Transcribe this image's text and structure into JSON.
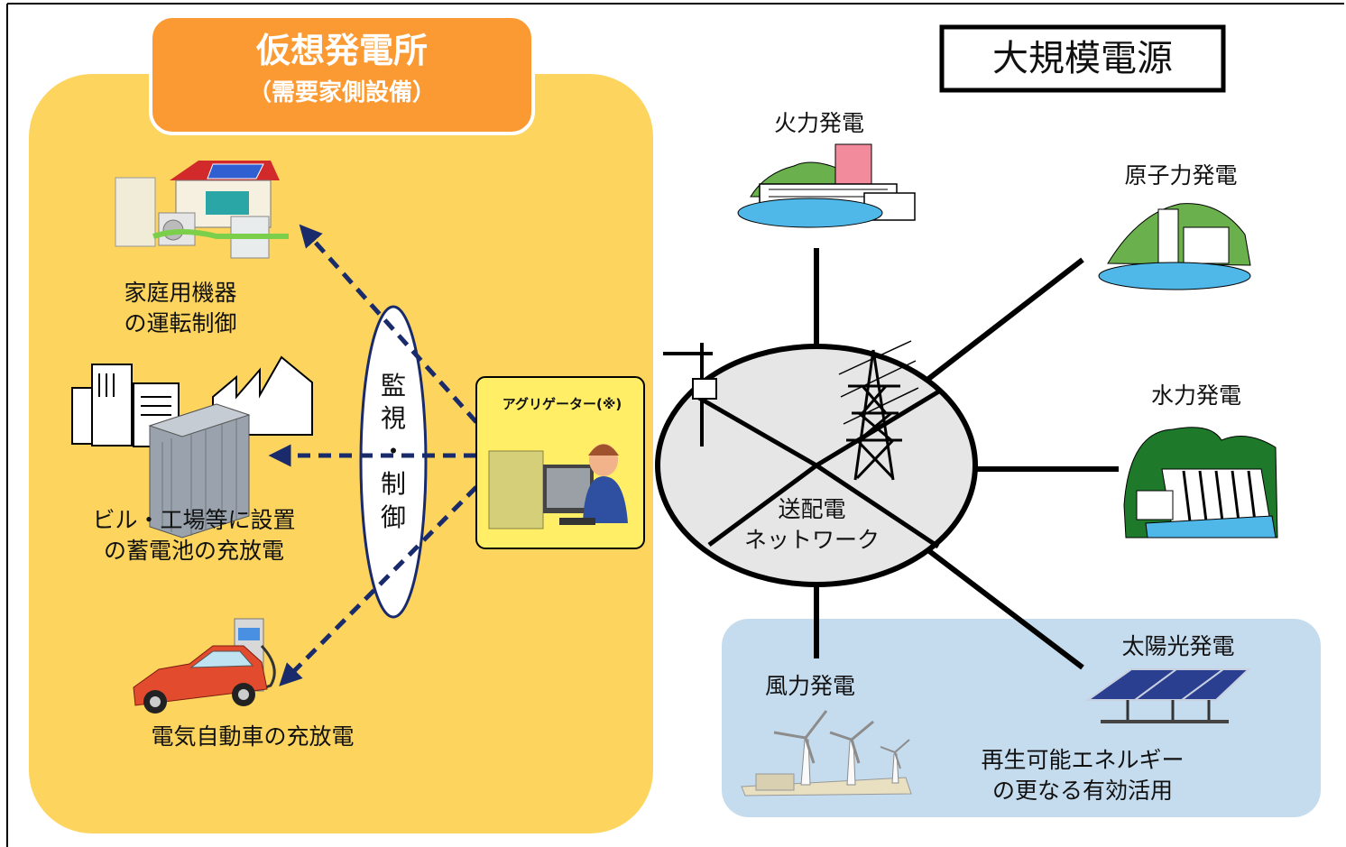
{
  "vpp": {
    "title": "仮想発電所",
    "subtitle": "（需要家側設備）",
    "colors": {
      "panel": "#fdd55e",
      "header": "#fb9a32"
    }
  },
  "monitor_label": {
    "chars": [
      "監",
      "視",
      "・",
      "制",
      "御"
    ]
  },
  "aggregator": {
    "label": "アグリゲーター(※)"
  },
  "demand_items": {
    "home": [
      "家庭用機器",
      "の運転制御"
    ],
    "building": [
      "ビル・工場等に設置",
      "の蓄電池の充放電"
    ],
    "ev": "電気自動車の充放電"
  },
  "large_sources": {
    "title": "大規模電源",
    "thermal": "火力発電",
    "nuclear": "原子力発電",
    "hydro": "水力発電"
  },
  "network": {
    "line1": "送配電",
    "line2": "ネットワーク"
  },
  "renewable": {
    "wind": "風力発電",
    "solar": "太陽光発電",
    "caption": [
      "再生可能エネルギー",
      "の更なる有効活用"
    ],
    "colors": {
      "panel": "#c5dcef"
    }
  },
  "icons": [
    "house-solar-icon",
    "building-factory-battery-icon",
    "ev-charger-car-icon",
    "operator-computer-icon",
    "thermal-plant-icon",
    "nuclear-plant-icon",
    "hydro-dam-icon",
    "wind-turbine-icon",
    "solar-panel-icon",
    "transmission-tower-icon",
    "utility-pole-icon"
  ]
}
